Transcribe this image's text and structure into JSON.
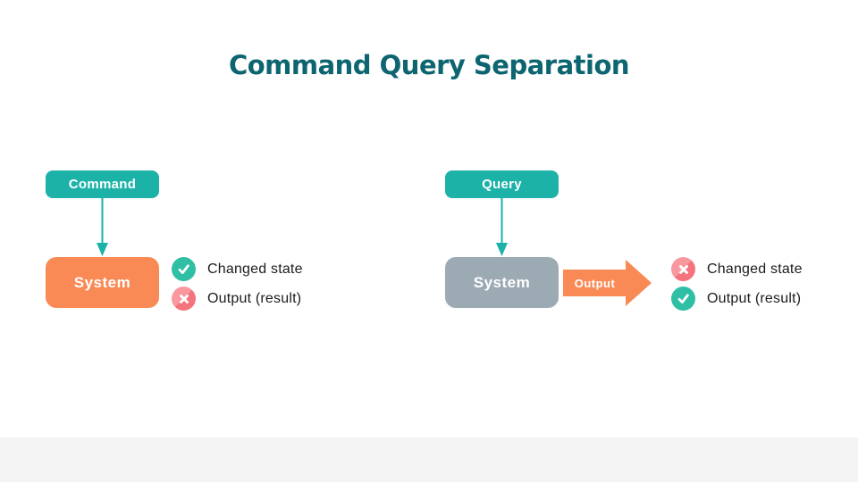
{
  "title": "Command Query Separation",
  "colors": {
    "teal": "#1cb2a8",
    "orange": "#f98a55",
    "gray": "#9caab4",
    "title": "#0c6570",
    "pink1": "#fa98a0",
    "pink2": "#f3747d",
    "green": "#2fbfa4",
    "band": "#f4f4f4",
    "text": "#1c1c1c"
  },
  "left": {
    "input_label": "Command",
    "system_label": "System",
    "items": [
      {
        "icon": "check",
        "label": "Changed state"
      },
      {
        "icon": "cross",
        "label": "Output (result)"
      }
    ]
  },
  "right": {
    "input_label": "Query",
    "system_label": "System",
    "output_label": "Output",
    "items": [
      {
        "icon": "cross",
        "label": "Changed state"
      },
      {
        "icon": "check",
        "label": "Output (result)"
      }
    ]
  }
}
